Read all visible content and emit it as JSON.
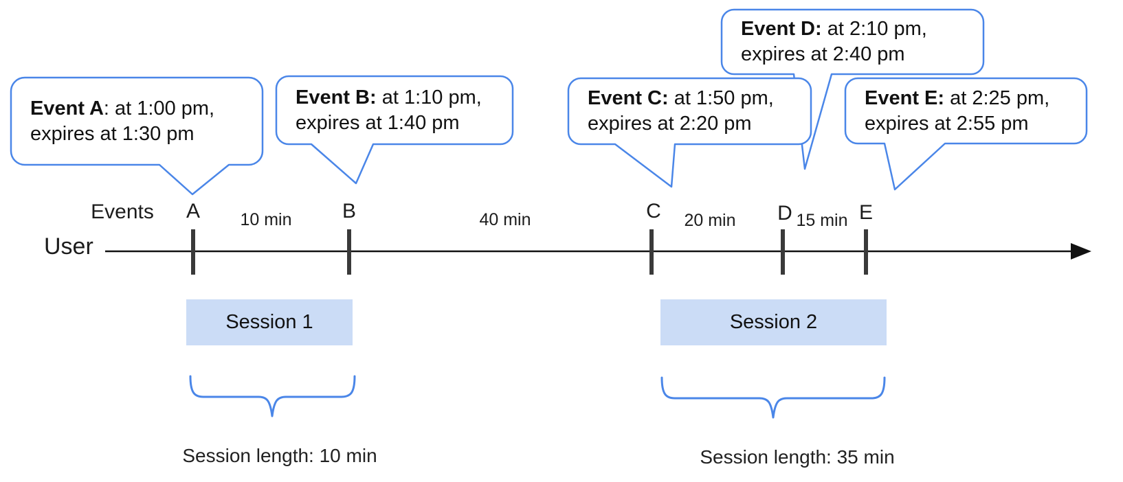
{
  "colors": {
    "accent_blue": "#4a86e8",
    "session_fill": "#cbdcf6",
    "tick_gray": "#3a3a3a",
    "line_black": "#111111"
  },
  "labels": {
    "events_axis": "Events",
    "user": "User"
  },
  "callouts": [
    {
      "bold": "Event A",
      "rest": ": at 1:00 pm,",
      "line2": "expires at 1:30 pm"
    },
    {
      "bold": "Event B:",
      "rest": " at 1:10 pm,",
      "line2": "expires at 1:40 pm"
    },
    {
      "bold": "Event C:",
      "rest": " at 1:50 pm,",
      "line2": "expires at 2:20 pm"
    },
    {
      "bold": "Event D:",
      "rest": " at 2:10 pm,",
      "line2": "expires at 2:40 pm"
    },
    {
      "bold": "Event E:",
      "rest": " at 2:25 pm,",
      "line2": "expires at 2:55 pm"
    }
  ],
  "timeline": {
    "event_marks": [
      "A",
      "B",
      "C",
      "D",
      "E"
    ],
    "intervals": [
      "10 min",
      "40 min",
      "20 min",
      "15 min"
    ]
  },
  "sessions": [
    {
      "label": "Session 1",
      "length": "Session length: 10 min"
    },
    {
      "label": "Session 2",
      "length": "Session length: 35 min"
    }
  ]
}
